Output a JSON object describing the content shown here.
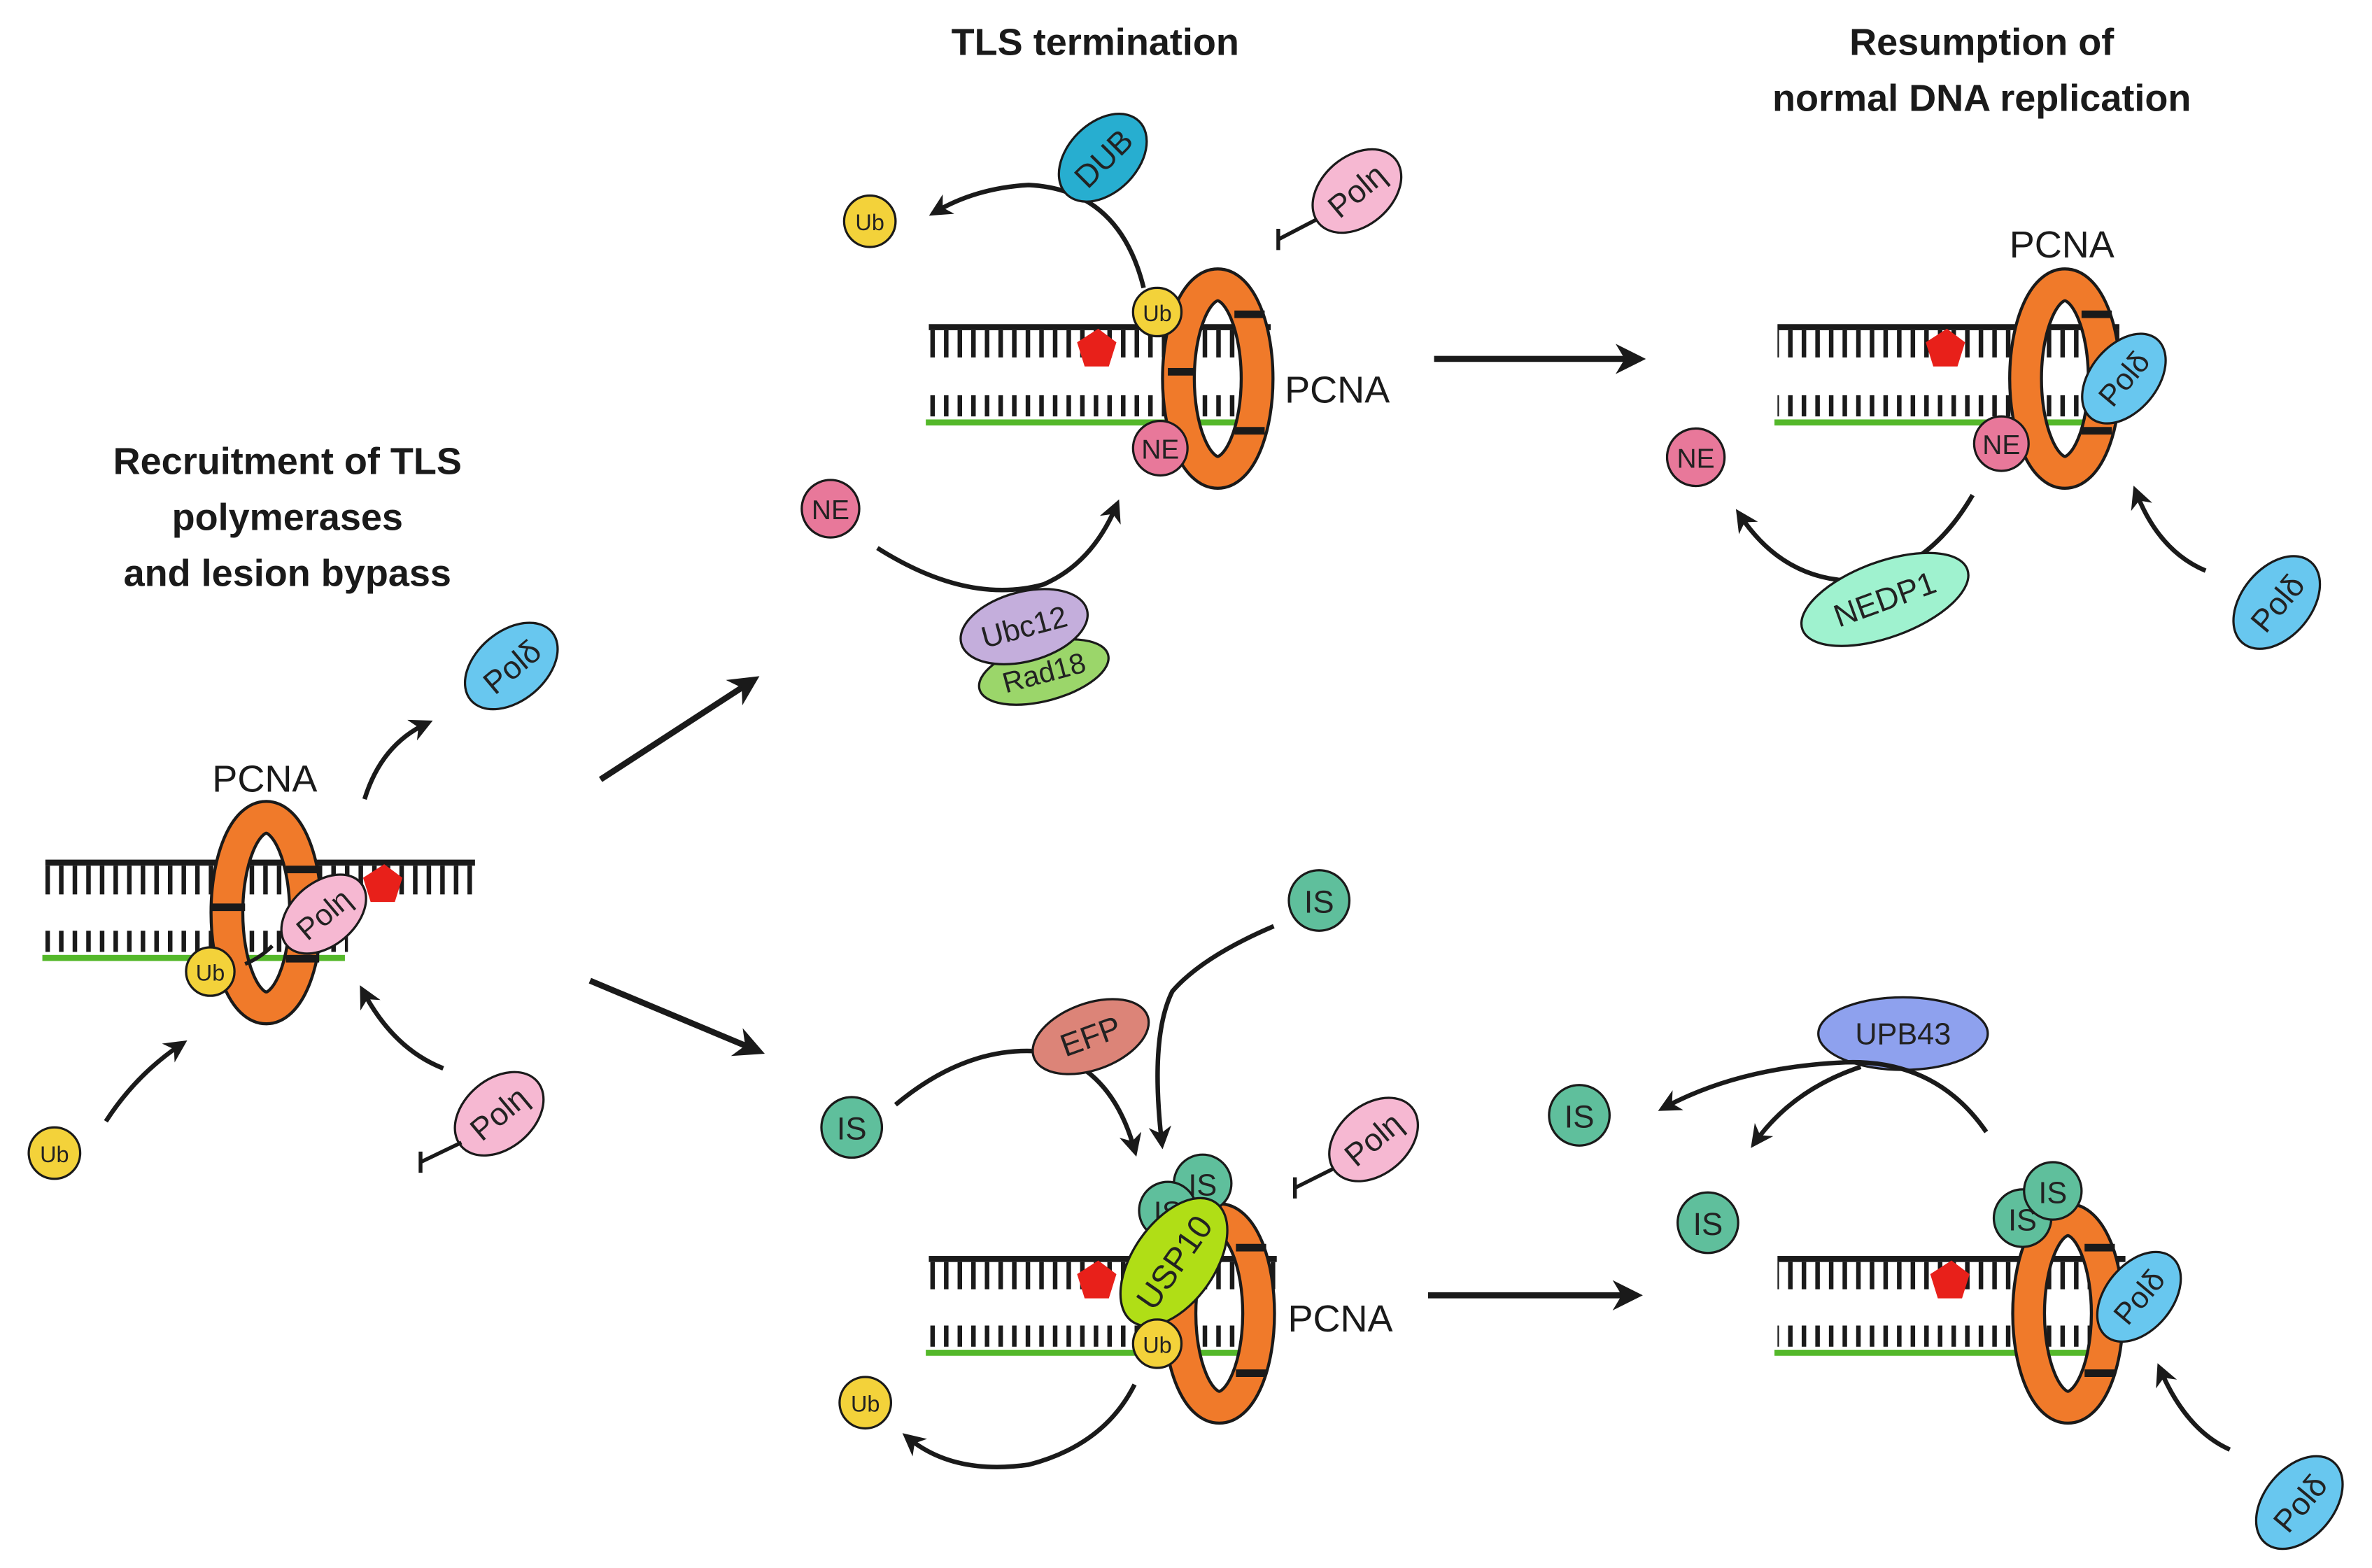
{
  "headings": {
    "recruitment": [
      "Recruitment of TLS",
      "polymerases",
      "and lesion bypass"
    ],
    "termination": [
      "TLS termination"
    ],
    "resumption": [
      "Resumption of",
      "normal DNA replication"
    ]
  },
  "labels": {
    "pcna": "PCNA",
    "ub": "Ub",
    "ne": "NE",
    "is": "IS",
    "pol_eta": "Polη",
    "pol_delta": "Polδ",
    "dub": "DUB",
    "ubc12": "Ubc12",
    "rad18": "Rad18",
    "nedp1": "NEDP1",
    "efp": "EFP",
    "usp10": "USP10",
    "upb43": "UPB43"
  },
  "colors": {
    "pcna_ring": "#f07a2a",
    "ub": "#f3d23a",
    "ne": "#e8789a",
    "is": "#5fbf9c",
    "pol_eta": "#f6b8d2",
    "pol_delta": "#68c7ef",
    "dub": "#27aed0",
    "ubc12": "#c4aedc",
    "rad18": "#9bd66a",
    "nedp1": "#9ff2cf",
    "efp": "#dc8478",
    "usp10": "#b0de16",
    "upb43": "#8ea1ee",
    "lesion": "#e8201a",
    "template_strand": "#54b82a",
    "dna": "#1a1a1a"
  }
}
